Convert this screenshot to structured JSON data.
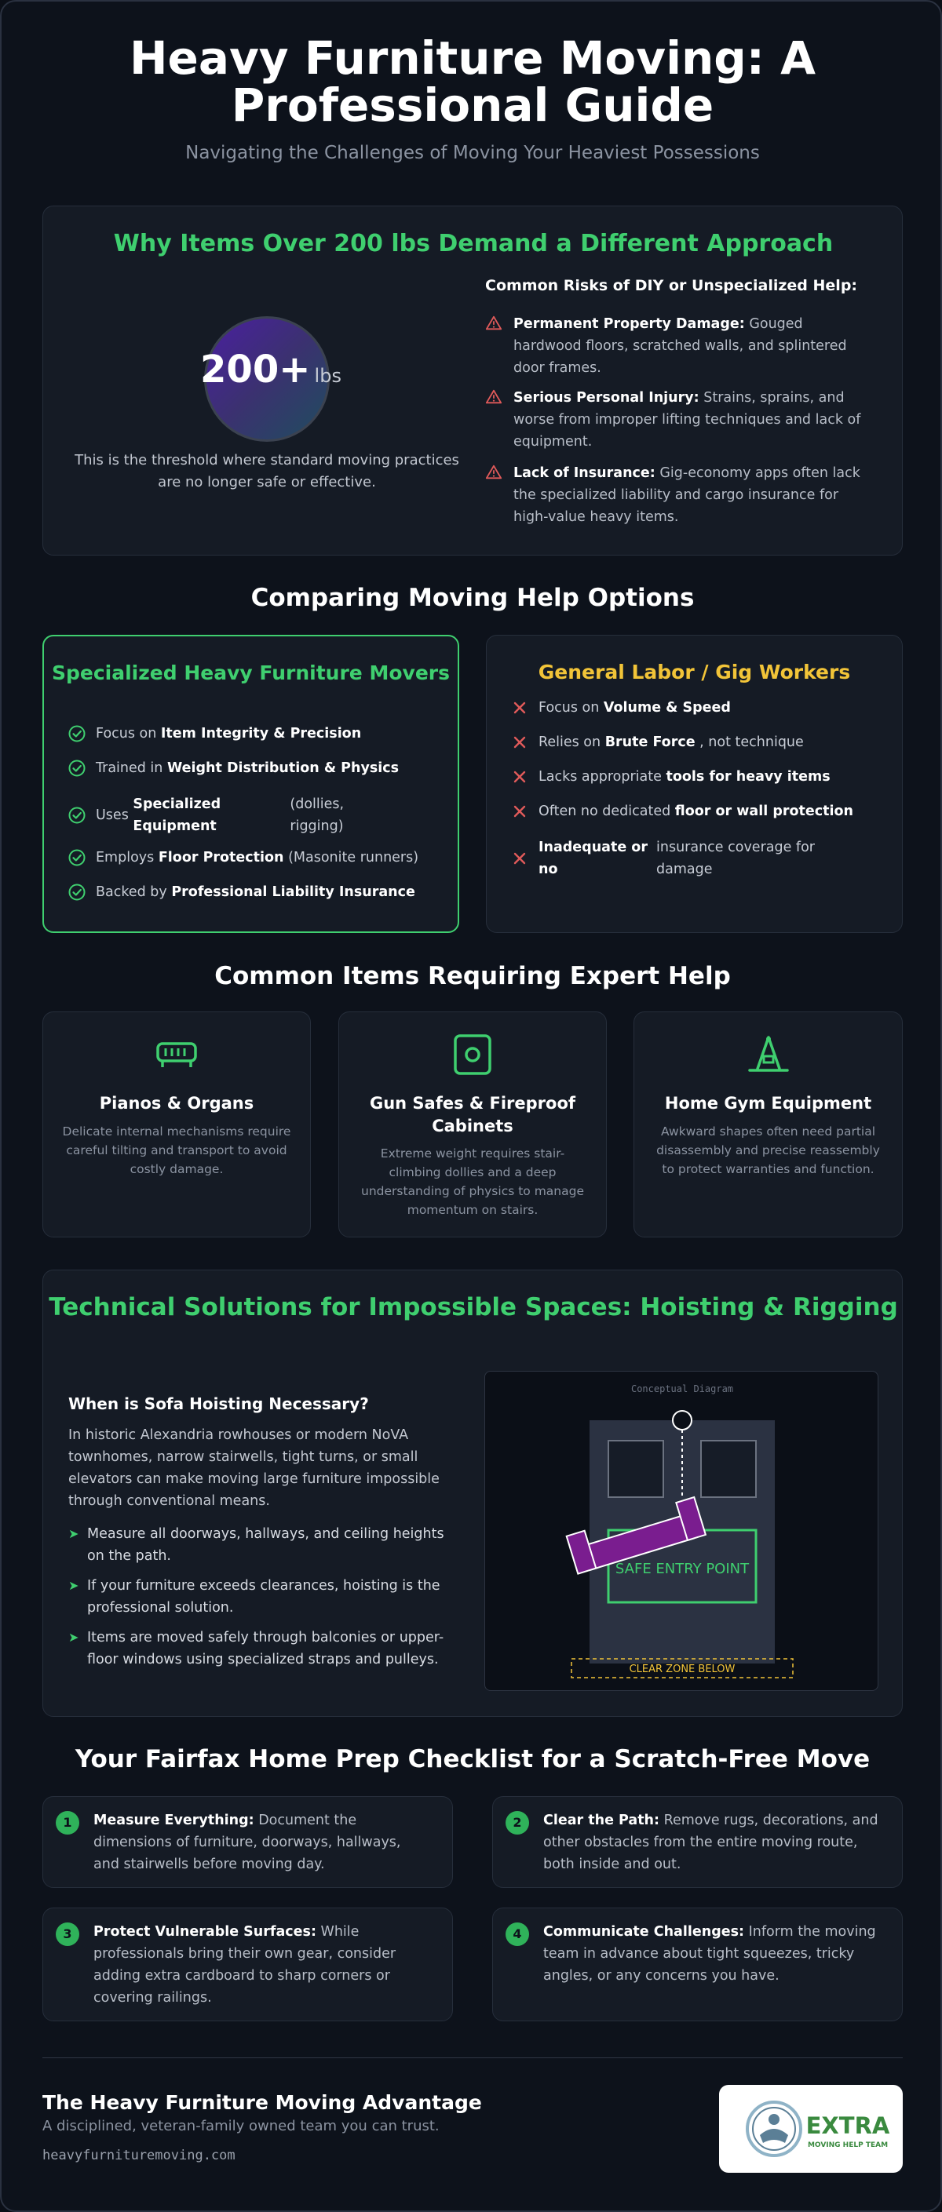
{
  "header": {
    "title": "Heavy Furniture Moving: A Professional Guide",
    "subtitle": "Navigating the Challenges of Moving Your Heaviest Possessions"
  },
  "why": {
    "title": "Why Items Over 200 lbs Demand a Different Approach",
    "stat_number": "200+",
    "stat_unit": "lbs",
    "threshold_text": "This is the threshold where standard moving practices are no longer safe or effective.",
    "risks_heading": "Common Risks of DIY or Unspecialized Help:",
    "risks": [
      {
        "bold": "Permanent Property Damage:",
        "text": " Gouged hardwood floors, scratched walls, and splintered door frames."
      },
      {
        "bold": "Serious Personal Injury:",
        "text": " Strains, sprains, and worse from improper lifting techniques and lack of equipment."
      },
      {
        "bold": "Lack of Insurance:",
        "text": " Gig-economy apps often lack the specialized liability and cargo insurance for high-value heavy items."
      }
    ]
  },
  "compare": {
    "title": "Comparing Moving Help Options",
    "specialized": {
      "title": "Specialized Heavy Furniture Movers",
      "rows": [
        {
          "pre": "Focus on ",
          "bold": "Item Integrity & Precision",
          "post": ""
        },
        {
          "pre": "Trained in ",
          "bold": "Weight Distribution & Physics",
          "post": ""
        },
        {
          "pre": "Uses ",
          "bold": "Specialized Equipment",
          "post": " (dollies, rigging)"
        },
        {
          "pre": "Employs ",
          "bold": "Floor Protection",
          "post": " (Masonite runners)"
        },
        {
          "pre": "Backed by ",
          "bold": "Professional Liability Insurance",
          "post": ""
        }
      ]
    },
    "general": {
      "title": "General Labor / Gig Workers",
      "rows": [
        {
          "pre": "Focus on ",
          "bold": "Volume & Speed",
          "post": ""
        },
        {
          "pre": "Relies on ",
          "bold": "Brute Force",
          "post": ", not technique"
        },
        {
          "pre": "Lacks appropriate ",
          "bold": "tools for heavy items",
          "post": ""
        },
        {
          "pre": "Often no dedicated ",
          "bold": "floor or wall protection",
          "post": ""
        },
        {
          "pre": "",
          "bold": "Inadequate or no",
          "post": " insurance coverage for damage"
        }
      ]
    }
  },
  "items": {
    "title": "Common Items Requiring Expert Help",
    "cards": [
      {
        "icon": "piano-icon",
        "title": "Pianos & Organs",
        "desc": "Delicate internal mechanisms require careful tilting and transport to avoid costly damage."
      },
      {
        "icon": "safe-icon",
        "title": "Gun Safes & Fireproof Cabinets",
        "desc": "Extreme weight requires stair-climbing dollies and a deep understanding of physics to manage momentum on stairs."
      },
      {
        "icon": "gym-equipment-icon",
        "title": "Home Gym Equipment",
        "desc": "Awkward shapes often need partial disassembly and precise reassembly to protect warranties and function."
      }
    ]
  },
  "hoisting": {
    "title": "Technical Solutions for Impossible Spaces: Hoisting & Rigging",
    "question": "When is Sofa Hoisting Necessary?",
    "paragraph": "In historic Alexandria rowhouses or modern NoVA townhomes, narrow stairwells, tight turns, or small elevators can make moving large furniture impossible through conventional means.",
    "bullets": [
      "Measure all doorways, hallways, and ceiling heights on the path.",
      "If your furniture exceeds clearances, hoisting is the professional solution.",
      "Items are moved safely through balconies or upper-floor windows using specialized straps and pulleys."
    ],
    "diagram": {
      "caption": "Conceptual Diagram",
      "entry_label": "SAFE ENTRY POINT",
      "clear_label": "CLEAR ZONE BELOW"
    }
  },
  "checklist": {
    "title": "Your Fairfax Home Prep Checklist for a Scratch-Free Move",
    "steps": [
      {
        "n": "1",
        "bold": "Measure Everything:",
        "text": " Document the dimensions of furniture, doorways, hallways, and stairwells before moving day."
      },
      {
        "n": "2",
        "bold": "Clear the Path:",
        "text": " Remove rugs, decorations, and other obstacles from the entire moving route, both inside and out."
      },
      {
        "n": "3",
        "bold": "Protect Vulnerable Surfaces:",
        "text": " While professionals bring their own gear, consider adding extra cardboard to sharp corners or covering railings."
      },
      {
        "n": "4",
        "bold": "Communicate Challenges:",
        "text": " Inform the moving team in advance about tight squeezes, tricky angles, or any concerns you have."
      }
    ]
  },
  "footer": {
    "title": "The Heavy Furniture Moving Advantage",
    "subtitle": "A disciplined, veteran-family owned team you can trust.",
    "url": "heavyfurnituremoving.com",
    "logo_word": "EXTRA",
    "logo_tag": "MOVING HELP TEAM"
  },
  "colors": {
    "accent_green": "#3fcf6f",
    "accent_yellow": "#f2c438",
    "risk_red": "#e05a5a",
    "purple": "#7a1d8f"
  }
}
